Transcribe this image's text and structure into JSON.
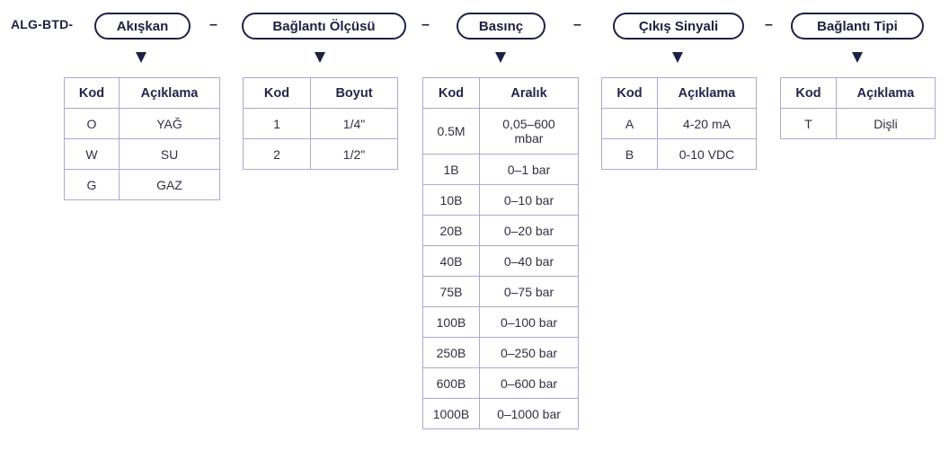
{
  "prefix": "ALG-BTD-",
  "separator": "–",
  "segments": [
    {
      "title": "Akışkan",
      "headers": [
        "Kod",
        "Açıklama"
      ],
      "rows": [
        [
          "O",
          "YAĞ"
        ],
        [
          "W",
          "SU"
        ],
        [
          "G",
          "GAZ"
        ]
      ]
    },
    {
      "title": "Bağlantı Ölçüsü",
      "headers": [
        "Kod",
        "Boyut"
      ],
      "rows": [
        [
          "1",
          "1/4\""
        ],
        [
          "2",
          "1/2\""
        ]
      ]
    },
    {
      "title": "Basınç",
      "headers": [
        "Kod",
        "Aralık"
      ],
      "rows": [
        [
          "0.5M",
          "0,05–600 mbar"
        ],
        [
          "1B",
          "0–1 bar"
        ],
        [
          "10B",
          "0–10 bar"
        ],
        [
          "20B",
          "0–20 bar"
        ],
        [
          "40B",
          "0–40 bar"
        ],
        [
          "75B",
          "0–75 bar"
        ],
        [
          "100B",
          "0–100 bar"
        ],
        [
          "250B",
          "0–250 bar"
        ],
        [
          "600B",
          "0–600 bar"
        ],
        [
          "1000B",
          "0–1000 bar"
        ]
      ]
    },
    {
      "title": "Çıkış Sinyali",
      "headers": [
        "Kod",
        "Açıklama"
      ],
      "rows": [
        [
          "A",
          "4-20 mA"
        ],
        [
          "B",
          "0-10 VDC"
        ]
      ]
    },
    {
      "title": "Bağlantı Tipi",
      "headers": [
        "Kod",
        "Açıklama"
      ],
      "rows": [
        [
          "T",
          "Dişli"
        ]
      ]
    }
  ]
}
